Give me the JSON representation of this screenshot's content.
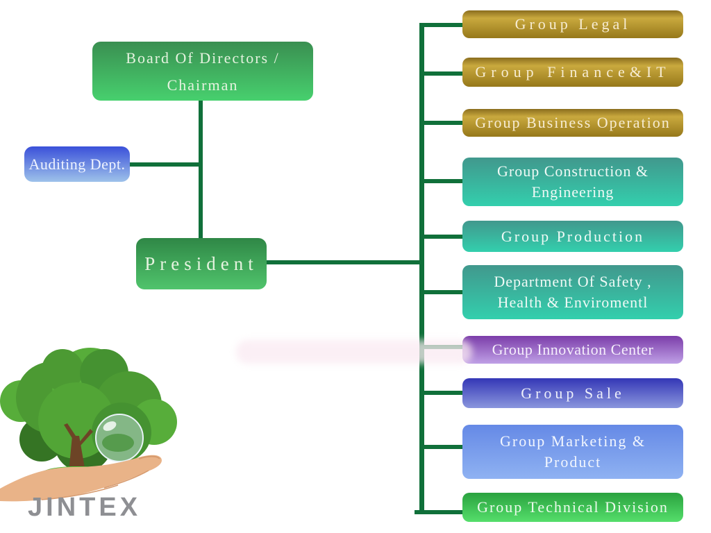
{
  "diagram": {
    "connector_color": "#10703a",
    "nodes": {
      "board": {
        "line1": "Board Of Directors /",
        "line2": "Chairman",
        "color_top": "#3a8f51",
        "color_bottom": "#47d06e",
        "text_color": "#e6f3e0"
      },
      "auditing": {
        "line1": "Auditing Dept.",
        "color_top": "#3a50d9",
        "color_bottom": "#9ec2ea",
        "text_color": "#eef3ff"
      },
      "president": {
        "line1": "President",
        "color_top": "#2f8746",
        "color_bottom": "#50c46c",
        "text_color": "#e6f3e0"
      }
    },
    "departments": [
      {
        "line1": "Group Legal",
        "color_top": "#8a6d1e",
        "color_mid": "#c9a93e",
        "color_bottom": "#96781a",
        "text_color": "#f7ecd2"
      },
      {
        "line1": "Group Finance&IT",
        "color_top": "#8a6d1e",
        "color_mid": "#c9a93e",
        "color_bottom": "#96781a",
        "text_color": "#f7ecd2"
      },
      {
        "line1": "Group Business Operation",
        "color_top": "#8a6d1e",
        "color_mid": "#c9a93e",
        "color_bottom": "#96781a",
        "text_color": "#f7ecd2"
      },
      {
        "line1": "Group Construction &",
        "line2": "Engineering",
        "color_top": "#41988d",
        "color_bottom": "#33cfad",
        "text_color": "#effaf6"
      },
      {
        "line1": "Group Production",
        "color_top": "#41988d",
        "color_bottom": "#33cfad",
        "text_color": "#effaf6"
      },
      {
        "line1": "Department Of Safety ,",
        "line2": "Health & Enviromentl",
        "color_top": "#41988d",
        "color_bottom": "#33cfad",
        "text_color": "#effaf6"
      },
      {
        "line1": "Group Innovation Center",
        "color_top": "#7b3da9",
        "color_bottom": "#bfa0e6",
        "text_color": "#f6effc"
      },
      {
        "line1": "Group Sale",
        "color_top": "#3437b6",
        "color_bottom": "#8a96dd",
        "text_color": "#eef0fb"
      },
      {
        "line1": "Group Marketing &",
        "line2": "Product",
        "color_top": "#6589e6",
        "color_bottom": "#8fb2f2",
        "text_color": "#f2f6fe"
      },
      {
        "line1": "Group Technical Division",
        "color_top": "#2aa23f",
        "color_bottom": "#55de6b",
        "text_color": "#ecfaec"
      }
    ]
  },
  "logo": {
    "text": "JINTEX",
    "color": "#8e8f93"
  }
}
